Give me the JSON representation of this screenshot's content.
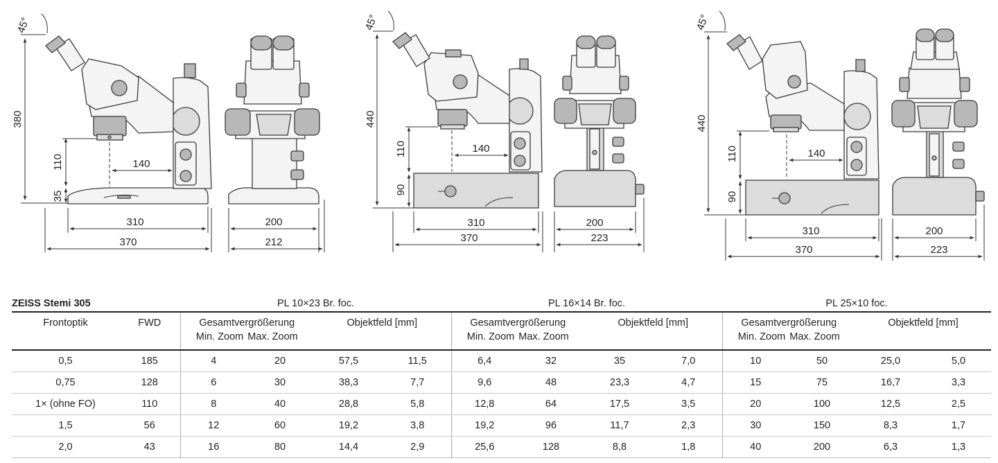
{
  "drawings": {
    "angle_label": "45°",
    "left": {
      "height_total": "380",
      "height_fwd": "110",
      "height_base": "35",
      "offset": "140",
      "base_depth": "310",
      "total_depth": "370",
      "front_width": "200",
      "front_total": "212"
    },
    "middle": {
      "height_total": "440",
      "height_fwd": "110",
      "height_base": "90",
      "offset": "140",
      "base_depth": "310",
      "total_depth": "370",
      "front_width": "200",
      "front_total": "223"
    },
    "right": {
      "height_total": "440",
      "height_fwd": "110",
      "height_base": "90",
      "offset": "140",
      "base_depth": "310",
      "total_depth": "370",
      "front_width": "200",
      "front_total": "223"
    }
  },
  "table": {
    "product": "ZEISS Stemi 305",
    "groups": [
      "PL 10×23 Br. foc.",
      "PL 16×14 Br. foc.",
      "PL 25×10 foc."
    ],
    "col_frontoptik": "Frontoptik",
    "col_fwd": "FWD",
    "col_gesamt": "Gesamtvergrößerung",
    "col_objektfeld": "Objektfeld [mm]",
    "col_min": "Min. Zoom",
    "col_max": "Max. Zoom",
    "rows": [
      [
        "0,5",
        "185",
        "4",
        "20",
        "57,5",
        "11,5",
        "6,4",
        "32",
        "35",
        "7,0",
        "10",
        "50",
        "25,0",
        "5,0"
      ],
      [
        "0,75",
        "128",
        "6",
        "30",
        "38,3",
        "7,7",
        "9,6",
        "48",
        "23,3",
        "4,7",
        "15",
        "75",
        "16,7",
        "3,3"
      ],
      [
        "1×  (ohne FO)",
        "110",
        "8",
        "40",
        "28,8",
        "5,8",
        "12,8",
        "64",
        "17,5",
        "3,5",
        "20",
        "100",
        "12,5",
        "2,5"
      ],
      [
        "1,5",
        "56",
        "12",
        "60",
        "19,2",
        "3,8",
        "19,2",
        "96",
        "11,7",
        "2,3",
        "30",
        "150",
        "8,3",
        "1,7"
      ],
      [
        "2,0",
        "43",
        "16",
        "80",
        "14,4",
        "2,9",
        "25,6",
        "128",
        "8,8",
        "1,8",
        "40",
        "200",
        "6,3",
        "1,3"
      ]
    ]
  }
}
